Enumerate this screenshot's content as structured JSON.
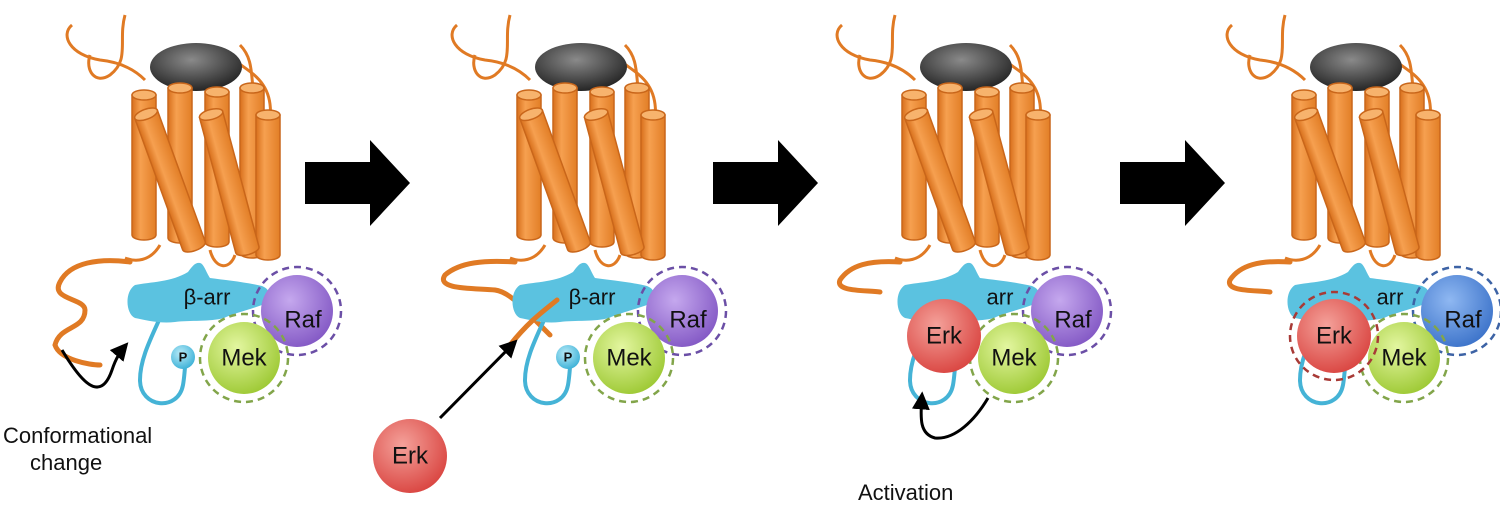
{
  "colors": {
    "receptor": "#f08a2c",
    "receptor_dark": "#c9661a",
    "ligand": "#3a3a3a",
    "barr": "#5bc2e0",
    "raf_inactive": "#9a72d0",
    "raf_active": "#4f86d6",
    "mek": "#b5db4a",
    "erk": "#e45a55",
    "arrow": "#000000"
  },
  "panels": [
    {
      "barr_label": "β-arr",
      "raf_label": "Raf",
      "mek_label": "Mek",
      "phospho_label": "P",
      "annotation": [
        "Conformational",
        "change"
      ]
    },
    {
      "barr_label": "β-arr",
      "raf_label": "Raf",
      "mek_label": "Mek",
      "phospho_label": "P",
      "erk_label": "Erk"
    },
    {
      "barr_label": "arr",
      "raf_label": "Raf",
      "mek_label": "Mek",
      "erk_label": "Erk",
      "annotation": [
        "Activation"
      ]
    },
    {
      "barr_label": "arr",
      "raf_label": "Raf",
      "mek_label": "Mek",
      "erk_label": "Erk"
    }
  ]
}
